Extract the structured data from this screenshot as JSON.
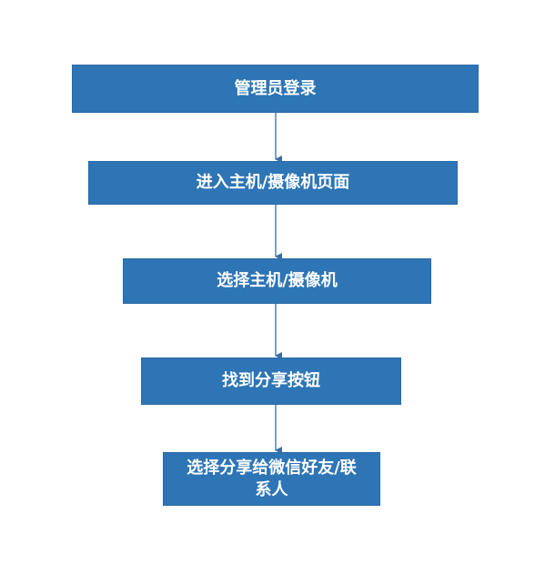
{
  "flowchart": {
    "steps": [
      {
        "label": "管理员登录"
      },
      {
        "label": "进入主机/摄像机页面"
      },
      {
        "label": "选择主机/摄像机"
      },
      {
        "label": "找到分享按钮"
      },
      {
        "label": "选择分享给微信好友/联系人"
      }
    ],
    "colors": {
      "box_fill": "#2e75b6",
      "text": "#ffffff",
      "arrow": "#3b6ea5"
    }
  }
}
